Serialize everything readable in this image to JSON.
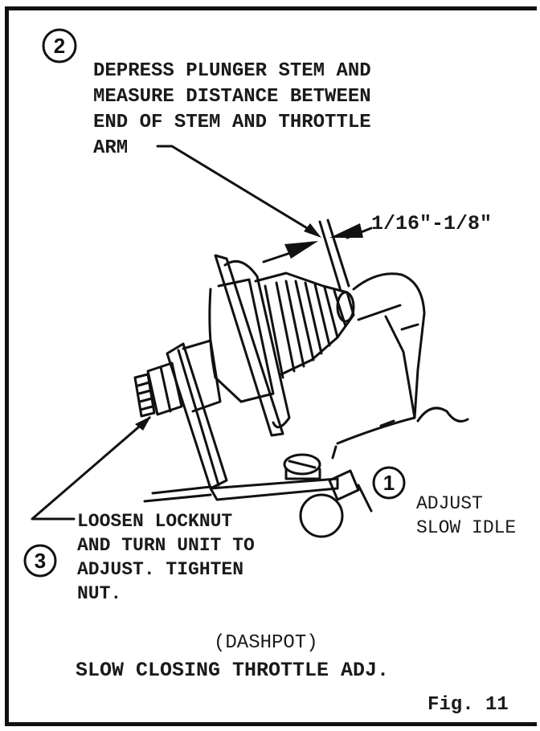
{
  "steps": {
    "step2": {
      "number": "2",
      "lines": [
        "DEPRESS PLUNGER STEM AND",
        "MEASURE DISTANCE BETWEEN",
        "END OF STEM AND THROTTLE",
        "ARM"
      ]
    },
    "step3": {
      "number": "3",
      "lines": [
        "LOOSEN LOCKNUT",
        "AND TURN UNIT TO",
        "ADJUST. TIGHTEN",
        "NUT."
      ]
    },
    "step1": {
      "number": "1",
      "lines": [
        "ADJUST",
        "SLOW IDLE"
      ]
    }
  },
  "measurement": "1/16\"-1/8\"",
  "caption": {
    "line1": "(DASHPOT)",
    "line2": "SLOW CLOSING THROTTLE ADJ."
  },
  "figure_label": "Fig. 11"
}
